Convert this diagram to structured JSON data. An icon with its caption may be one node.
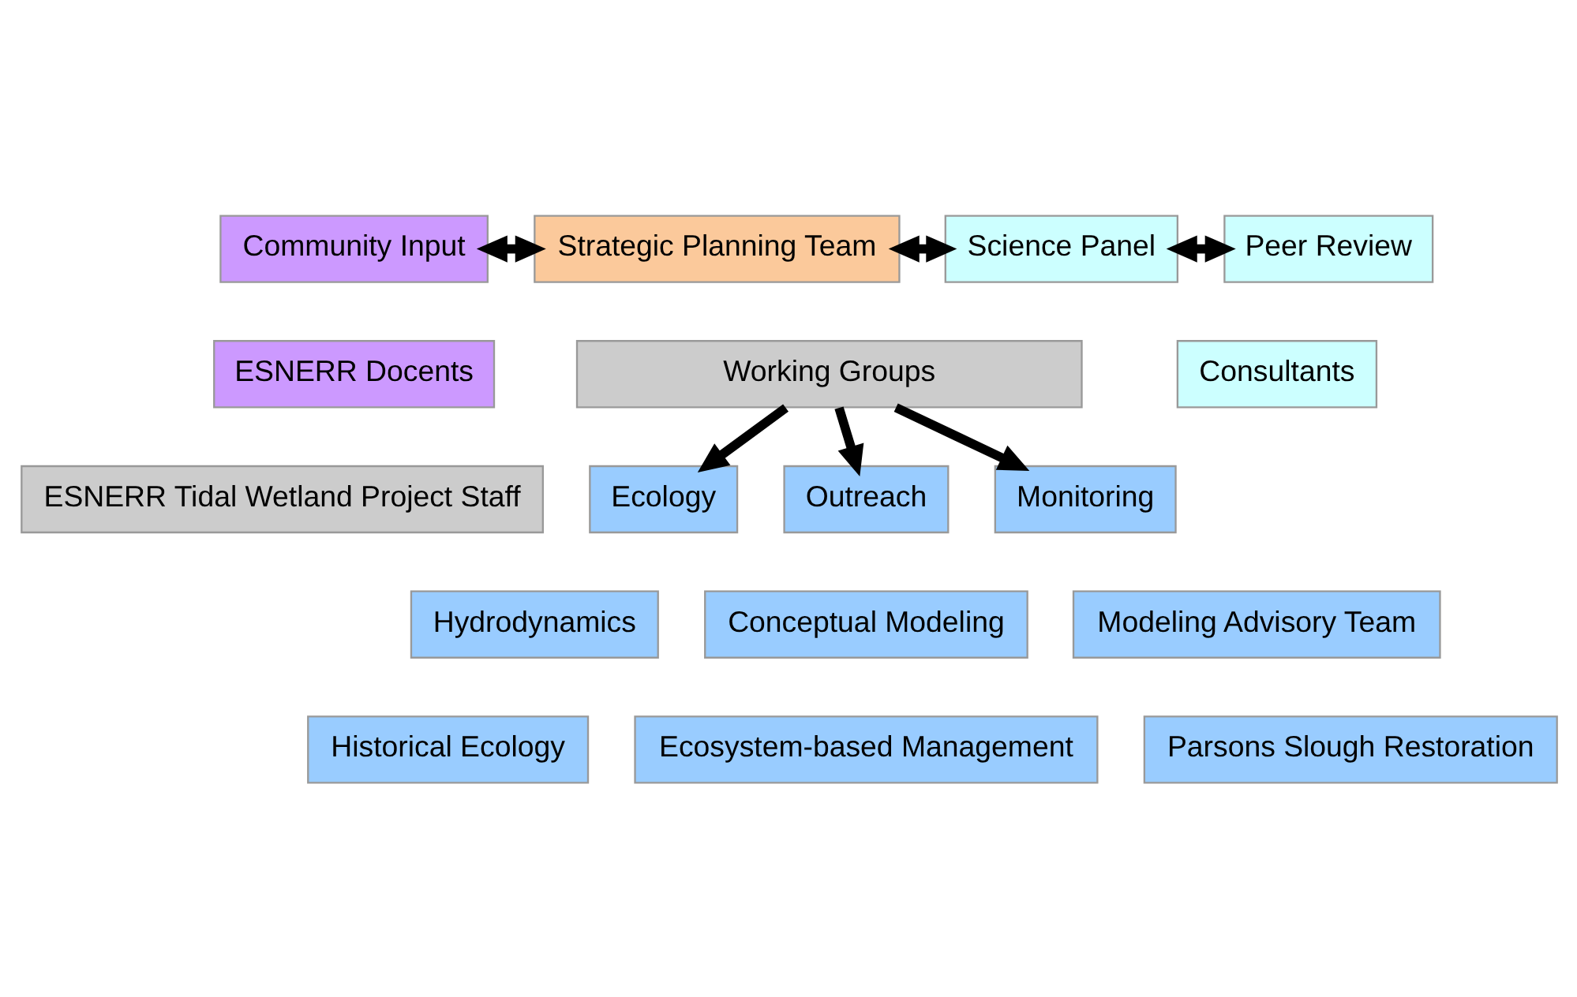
{
  "diagram": {
    "nodes": [
      {
        "text": [
          "Strategic Planning Team"
        ]
      },
      {
        "text": [
          "Science Panel"
        ]
      },
      {
        "text": [
          "Community Input"
        ]
      },
      {
        "text": [
          "Peer Review"
        ]
      },
      {
        "text": [
          "ESNERR Docents"
        ]
      },
      {
        "text": [
          "Working Groups"
        ]
      },
      {
        "text": [
          "Consultants"
        ]
      },
      {
        "text": [
          "ESNERR Tidal Wetland Project Staff"
        ]
      },
      {
        "text": [
          "Ecology"
        ]
      },
      {
        "text": [
          "Outreach"
        ]
      },
      {
        "text": [
          "Monitoring"
        ]
      },
      {
        "text": [
          "Hydrodynamics"
        ]
      },
      {
        "text": [
          "Conceptual Modeling"
        ]
      },
      {
        "text": [
          "Modeling Advisory Team"
        ]
      },
      {
        "text": [
          "Historical Ecology"
        ]
      },
      {
        "text": [
          "Ecosystem-based Management"
        ]
      },
      {
        "text": [
          "Parsons Slough Restoration"
        ]
      }
    ],
    "edges": [
      {
        "from": 2,
        "to": 0,
        "arrow": "both"
      },
      {
        "from": 0,
        "to": 1,
        "arrow": "both"
      },
      {
        "from": 1,
        "to": 3,
        "arrow": "both"
      },
      {
        "from": 5,
        "to": 8,
        "arrow": "to"
      },
      {
        "from": 5,
        "to": 9,
        "arrow": "to"
      },
      {
        "from": 5,
        "to": 10,
        "arrow": "to"
      }
    ]
  }
}
